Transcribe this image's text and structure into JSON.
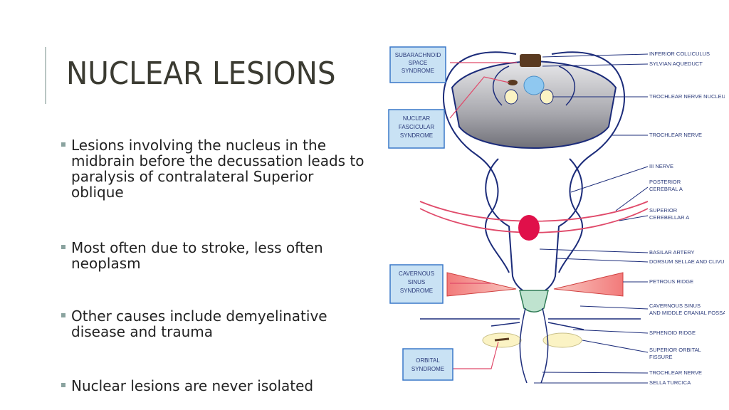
{
  "slide": {
    "title": "NUCLEAR LESIONS",
    "bullets": [
      "Lesions involving the nucleus in the midbrain before the decussation leads to paralysis of contralateral Superior oblique",
      "Most often due to stroke, less often neoplasm",
      "Other causes include demyelinative disease and trauma",
      "Nuclear lesions are never isolated"
    ]
  },
  "diagram": {
    "boxes": {
      "subarachnoid": [
        "SUBARACHNOID",
        "SPACE",
        "SYNDROME"
      ],
      "nuclear_fascicular": [
        "NUCLEAR",
        "FASCICULAR",
        "SYNDROME"
      ],
      "cavernous": [
        "CAVERNOUS",
        "SINUS",
        "SYNDROME"
      ],
      "orbital": [
        "ORBITAL",
        "SYNDROME"
      ]
    },
    "labels": {
      "inferior_colliculus": "INFERIOR COLLICULUS",
      "sylvian_aqueduct": "SYLVIAN AQUEDUCT",
      "trochlear_nerve_nucleus": "TROCHLEAR NERVE NUCLEUS",
      "trochlear_nerve": "TROCHLEAR NERVE",
      "iii_nerve": "III NERVE",
      "posterior_cerebral_a": [
        "POSTERIOR",
        "CEREBRAL A"
      ],
      "superior_cerebellar_a": [
        "SUPERIOR",
        "CEREBELLAR A"
      ],
      "basilar_artery": "BASILAR ARTERY",
      "dorsum_sellae": "DORSUM SELLAE AND CLIVUS",
      "petrous_ridge": "PETROUS RIDGE",
      "cavernous_sinus_fossa": [
        "CAVERNOUS SINUS",
        "AND MIDDLE CRANIAL FOSSA"
      ],
      "sphenoid_ridge": "SPHENOID RIDGE",
      "superior_orbital_fissure": [
        "SUPERIOR ORBITAL",
        "FISSURE"
      ],
      "trochlear_nerve_2": "TROCHLEAR NERVE",
      "sella_turcica": "SELLA TURCICA"
    },
    "colors": {
      "nerve": "#1c2c7a",
      "artery": "#e04a6a",
      "lesion": "#e0104a",
      "box_border": "#3a78c8",
      "box_fill": "#c9e2f4",
      "pointer": "#e04a6a"
    }
  }
}
